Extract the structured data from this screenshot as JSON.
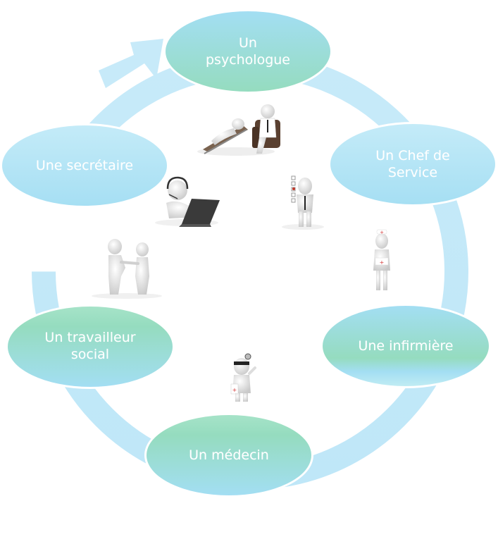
{
  "diagram": {
    "type": "cycle",
    "direction": "clockwise",
    "colors": {
      "ring": "#c5e9f8",
      "node_blue_top": "#b9e6f6",
      "node_blue_bottom": "#a8e0f3",
      "node_teal_top": "#9fdef2",
      "node_teal_bottom": "#94dcc0",
      "text": "#ffffff"
    },
    "nodes": [
      {
        "id": "psychologue",
        "label": "Un\npsychologue",
        "style": "teal",
        "illustration": "therapy-session-icon"
      },
      {
        "id": "chef-de-service",
        "label": "Un Chef de\nService",
        "style": "blue",
        "illustration": "manager-checklist-icon"
      },
      {
        "id": "infirmiere",
        "label": "Une infirmière",
        "style": "teal",
        "illustration": "nurse-icon"
      },
      {
        "id": "medecin",
        "label": "Un médecin",
        "style": "teal",
        "illustration": "doctor-icon"
      },
      {
        "id": "travailleur-social",
        "label": "Un travailleur\nsocial",
        "style": "teal",
        "illustration": "handshake-icon"
      },
      {
        "id": "secretaire",
        "label": "Une secrétaire",
        "style": "blue",
        "illustration": "receptionist-laptop-icon"
      }
    ]
  }
}
